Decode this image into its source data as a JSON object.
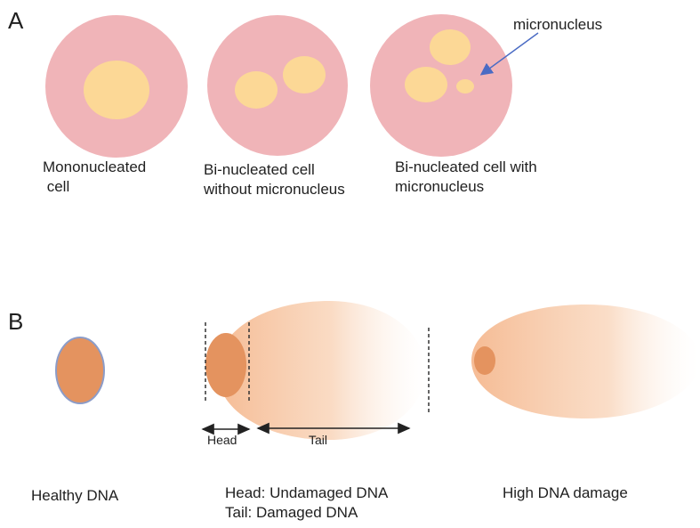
{
  "panel_a": {
    "label": "A",
    "cells": [
      {
        "caption_lines": [
          "Mononucleated",
          " cell"
        ]
      },
      {
        "caption_lines": [
          "Bi-nucleated cell",
          "without micronucleus"
        ]
      },
      {
        "caption_lines": [
          "Bi-nucleated cell with",
          "micronucleus"
        ]
      }
    ],
    "annotation": "micronucleus",
    "colors": {
      "cell": "#f0b4b8",
      "nucleus": "#fcd896",
      "arrow": "#4a6bc4"
    }
  },
  "panel_b": {
    "label": "B",
    "head_label": "Head",
    "tail_label": "Tail",
    "captions": {
      "healthy": "Healthy DNA",
      "comet": [
        "Head: Undamaged DNA",
        "Tail: Damaged DNA"
      ],
      "high_damage": "High DNA damage"
    },
    "colors": {
      "head": "#e4935f",
      "tail": "#f7c09a",
      "outline": "#8c9cc8"
    }
  }
}
